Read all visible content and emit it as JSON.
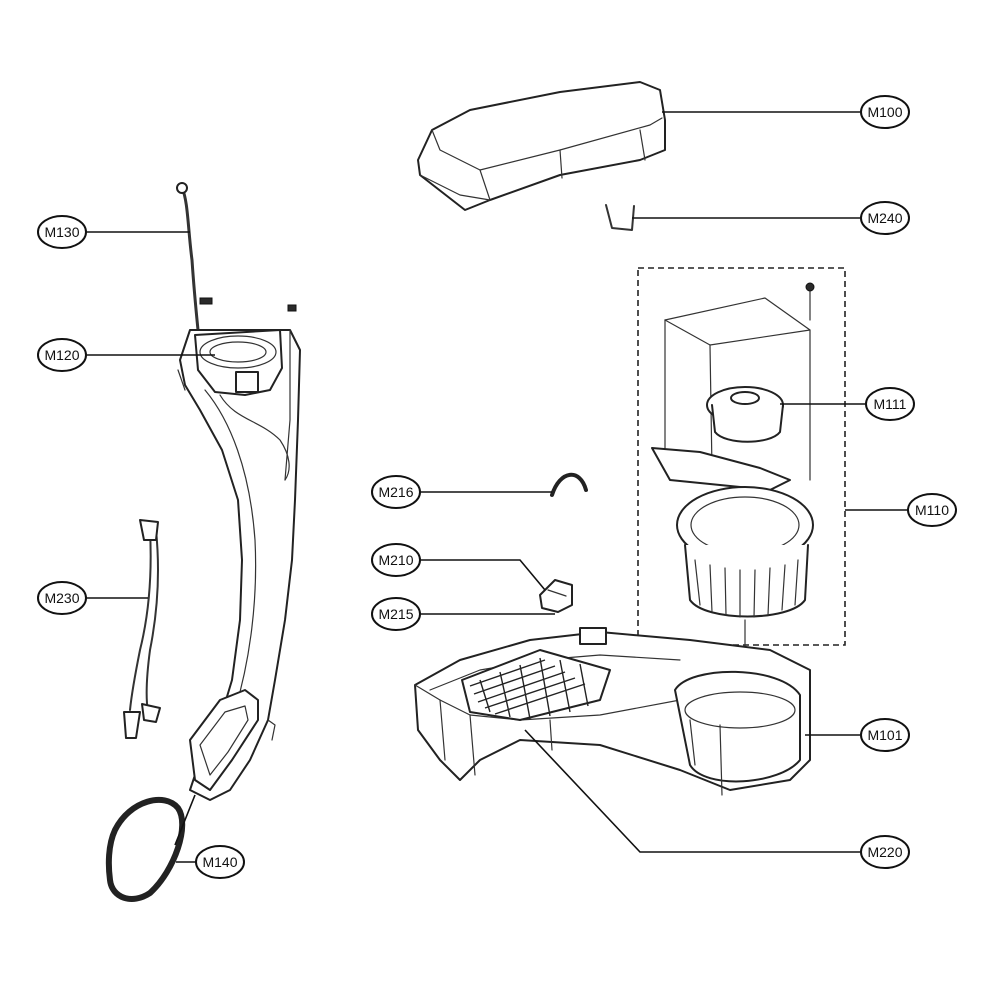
{
  "callouts": {
    "m100": "M100",
    "m240": "M240",
    "m130": "M130",
    "m120": "M120",
    "m111": "M111",
    "m110": "M110",
    "m216": "M216",
    "m210": "M210",
    "m215": "M215",
    "m230": "M230",
    "m101": "M101",
    "m220": "M220",
    "m140": "M140"
  },
  "colors": {
    "line": "#222222",
    "background": "#ffffff"
  }
}
